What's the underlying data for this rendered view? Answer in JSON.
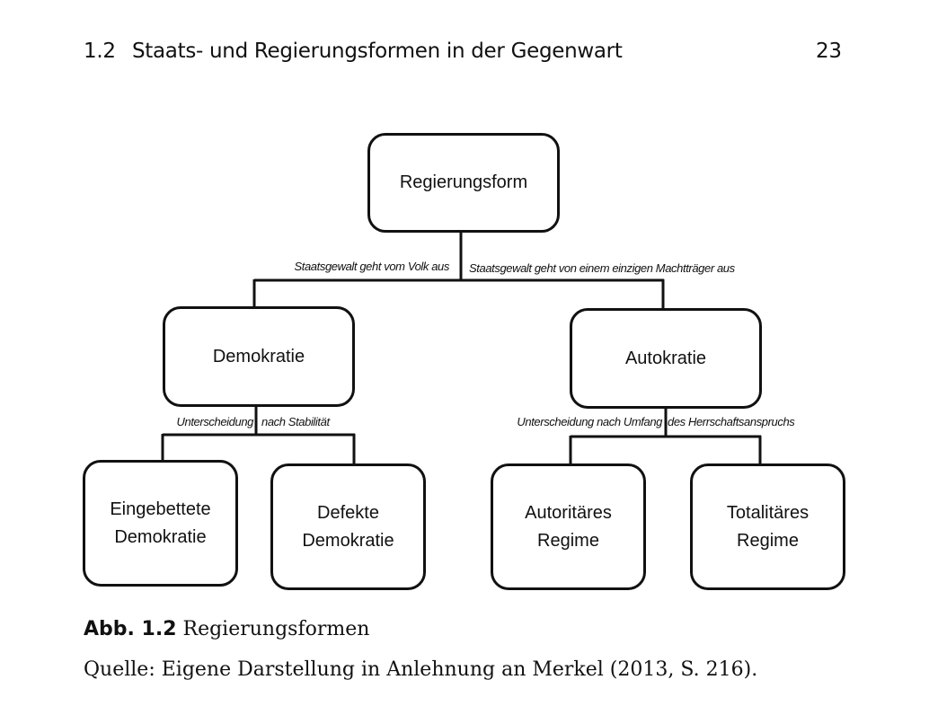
{
  "header": {
    "section": "1.2",
    "title": "Staats- und Regierungsformen in der Gegenwart",
    "page_number": "23"
  },
  "diagram": {
    "root": "Regierungsform",
    "level1_labels": {
      "left": "Staatsgewalt geht vom Volk aus",
      "right": "Staatsgewalt geht von einem einzigen Machtträger aus"
    },
    "level1": [
      "Demokratie",
      "Autokratie"
    ],
    "demokratie_labels": {
      "left": "Unterscheidung",
      "right": "nach Stabilität"
    },
    "autokratie_labels": {
      "left": "Unterscheidung nach Umfang",
      "right": "des Herrschaftsanspruchs"
    },
    "leaves": [
      {
        "line1": "Eingebettete",
        "line2": "Demokratie"
      },
      {
        "line1": "Defekte",
        "line2": "Demokratie"
      },
      {
        "line1": "Autoritäres",
        "line2": "Regime"
      },
      {
        "line1": "Totalitäres",
        "line2": "Regime"
      }
    ]
  },
  "caption": {
    "label": "Abb. 1.2",
    "title": "Regierungsformen",
    "source": "Quelle: Eigene Darstellung in Anlehnung an Merkel (2013, S. 216)."
  }
}
